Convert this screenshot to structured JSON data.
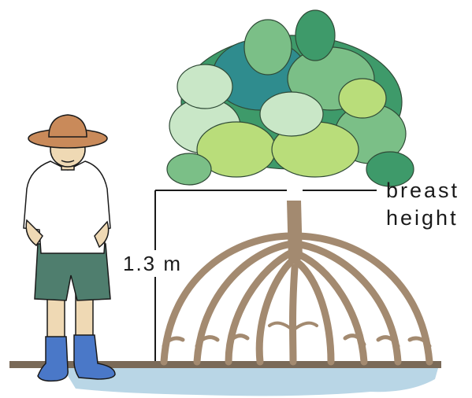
{
  "labels": {
    "height_value": "1.3 m",
    "breast_line1": "breast",
    "breast_line2": "height"
  },
  "colors": {
    "ground": "#7a6a58",
    "water": "#b9d6e6",
    "root": "#a38a70",
    "leaf_light": "#c9e7c7",
    "leaf_mid": "#7bbf87",
    "leaf_dark": "#3e9a6a",
    "leaf_yellow": "#b9dd7a",
    "leaf_teal": "#2f8c8e",
    "hat": "#c98a5a",
    "shirt": "#ffffff",
    "shorts": "#4f7e6e",
    "boots": "#4a78c8",
    "skin": "#efd9b4"
  },
  "icons": [
    "person-figure",
    "mangrove-tree"
  ]
}
